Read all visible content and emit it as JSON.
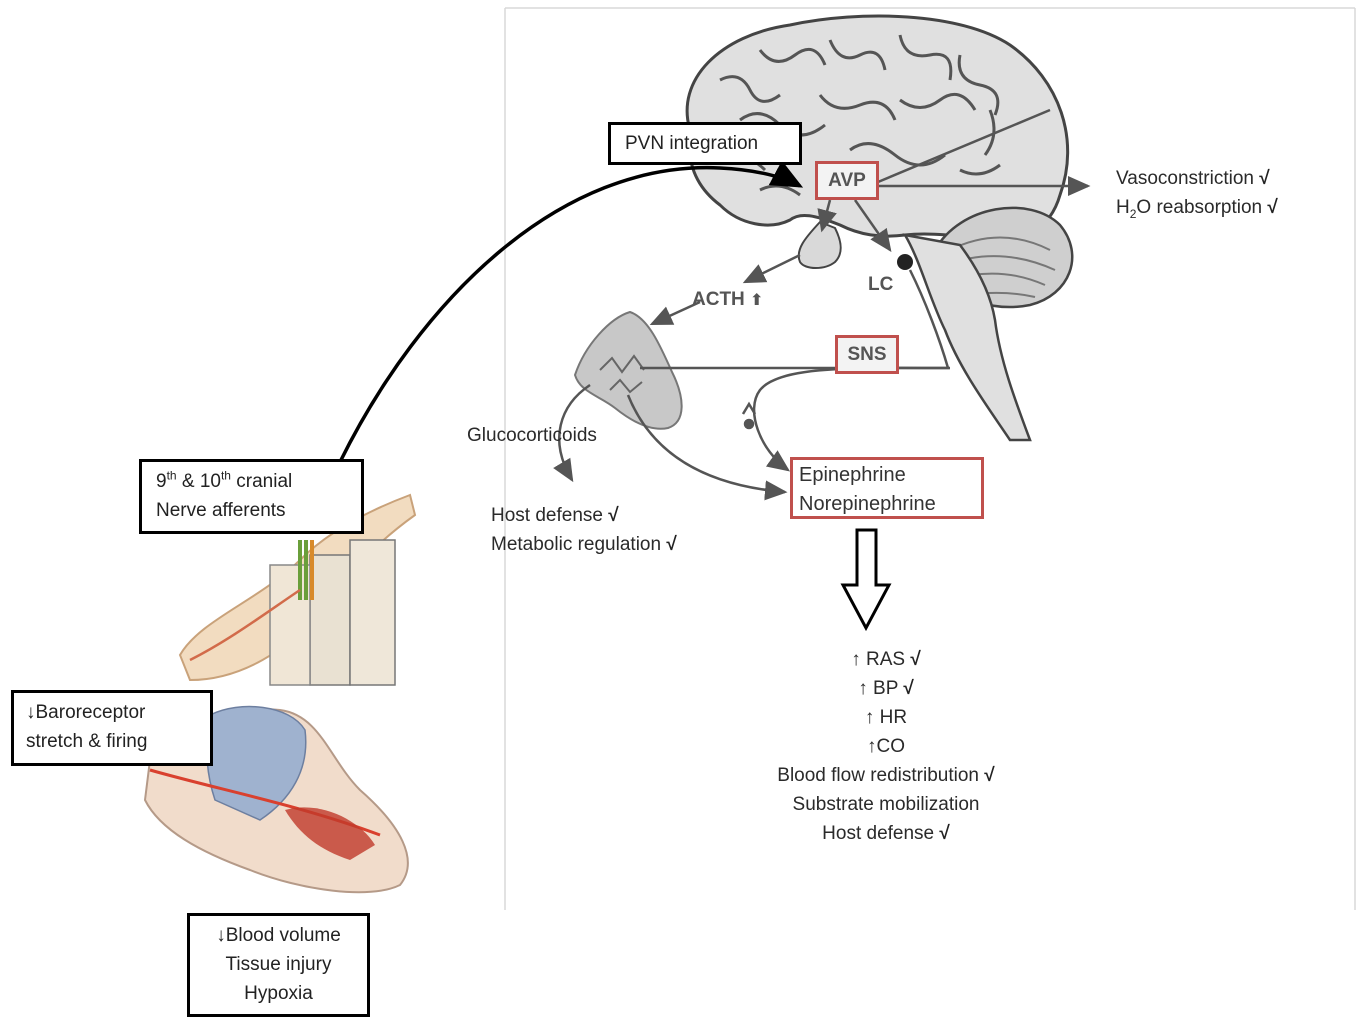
{
  "boxes": {
    "pvn": "PVN integration",
    "cranial_line1_pre": "9",
    "cranial_line1_sup1": "th",
    "cranial_line1_mid": " & 10",
    "cranial_line1_sup2": "th",
    "cranial_line1_post": " cranial",
    "cranial_line2": "Nerve afferents",
    "baro_line1": "↓Baroreceptor",
    "baro_line2": "stretch & firing",
    "trigger_line1": "↓Blood volume",
    "trigger_line2": "Tissue injury",
    "trigger_line3": "Hypoxia"
  },
  "red_boxes": {
    "avp": "AVP",
    "sns": "SNS",
    "catechol_line1": "Epinephrine",
    "catechol_line2": "Norepinephrine"
  },
  "labels": {
    "acth": "ACTH",
    "acth_arrow": "⬆",
    "lc": "LC",
    "glucocorticoids": "Glucocorticoids",
    "vasoconstriction": "Vasoconstriction",
    "h2o_pre": "H",
    "h2o_sub": "2",
    "h2o_post": "O reabsorption",
    "host_defense_gc": "Host defense",
    "metabolic_regulation": "Metabolic regulation",
    "check": "√"
  },
  "effects": [
    {
      "text": "↑ RAS",
      "check": "√"
    },
    {
      "text": "↑ BP",
      "check": "√"
    },
    {
      "text": "↑ HR",
      "check": ""
    },
    {
      "text": "↑CO",
      "check": ""
    },
    {
      "text": "Blood flow redistribution",
      "check": "√"
    },
    {
      "text": "Substrate mobilization",
      "check": ""
    },
    {
      "text": "Host defense",
      "check": "√"
    }
  ]
}
